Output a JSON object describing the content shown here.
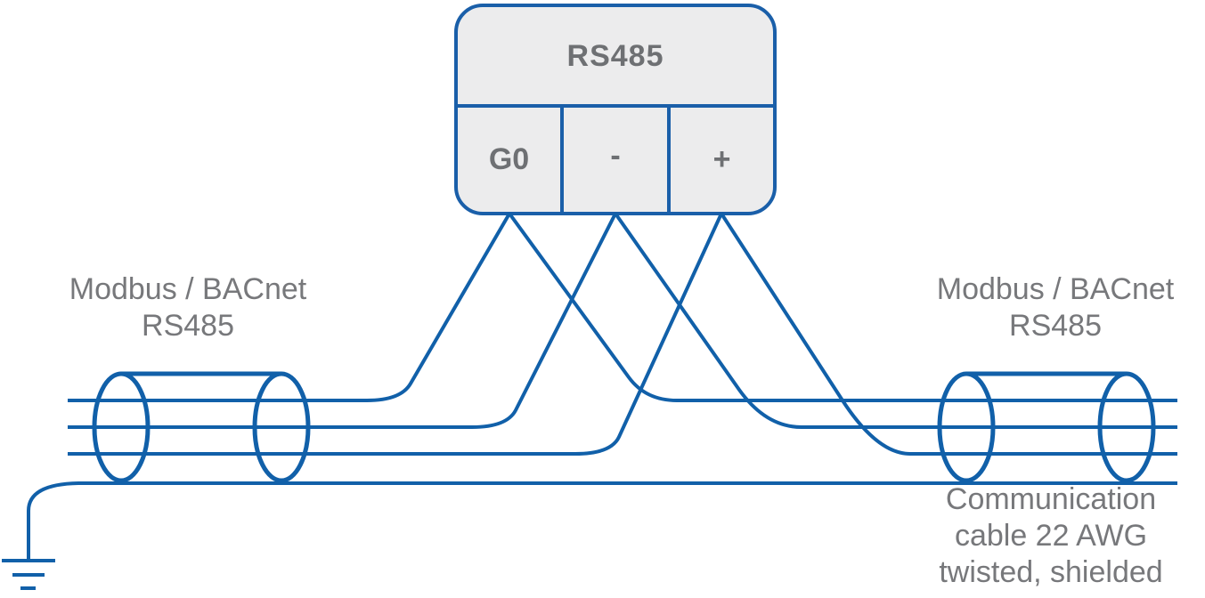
{
  "connector": {
    "title": "RS485",
    "terminals": [
      {
        "label": "G0"
      },
      {
        "label": "-"
      },
      {
        "label": "+"
      }
    ]
  },
  "bus_labels": {
    "left": {
      "line1": "Modbus / BACnet",
      "line2": "RS485"
    },
    "right": {
      "line1": "Modbus / BACnet",
      "line2": "RS485"
    }
  },
  "cable_note": {
    "line1": "Communication",
    "line2": "cable 22 AWG",
    "line3": "twisted, shielded"
  },
  "icons": {
    "ground": "earth-ground-icon",
    "cable": "shielded-cable-icon"
  },
  "colors": {
    "wire_blue": "#1160a9",
    "connector_border": "#1a5fa9",
    "connector_fill": "#ececed",
    "label_gray": "#77787b",
    "terminal_text_gray": "#6e7073"
  }
}
